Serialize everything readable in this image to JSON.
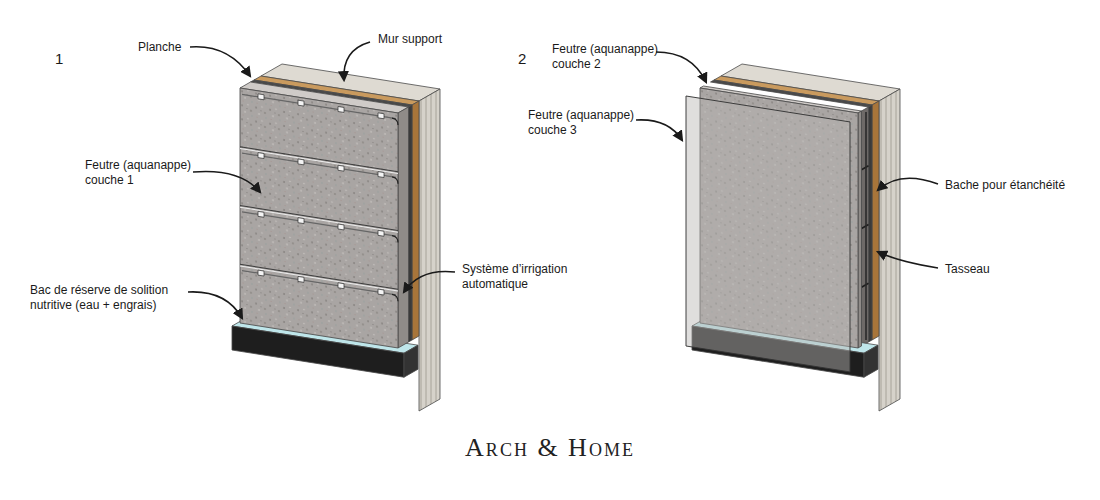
{
  "diagram": {
    "labels": [
      "1",
      "Planche",
      "Mur support",
      "Feutre (aquanappe) couche 1",
      "Bac de réserve de solition nutritive (eau + engrais)",
      "Système d’irrigation automatique",
      "2",
      "Feutre (aquanappe) couche 2",
      "Feutre (aquanappe) couche 3",
      "Bache pour étanchéité",
      "Tasseau",
      "Arch & Home"
    ]
  }
}
